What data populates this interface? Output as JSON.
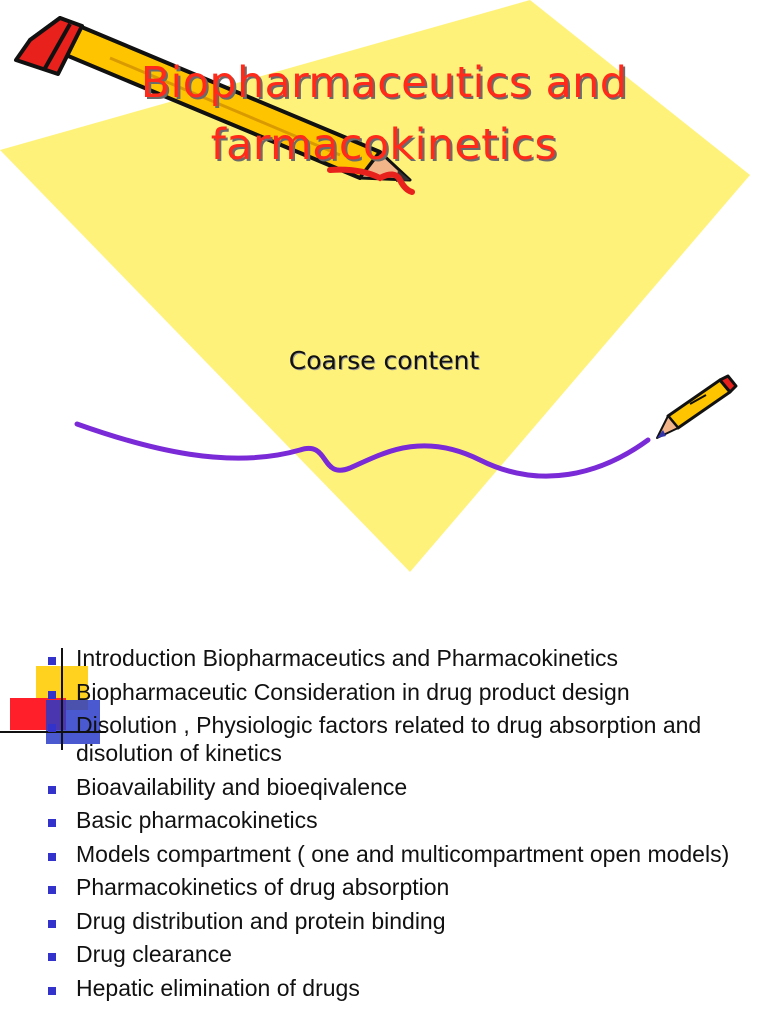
{
  "slide1": {
    "title_line1": "Biopharmaceutics and",
    "title_line2": "farmacokinetics",
    "subtitle": "Coarse content",
    "colors": {
      "diamond": "#fff27a",
      "title": "#ff2a1a",
      "wave": "#7a2ad6",
      "pencil_body": "#ffc400",
      "pencil_tip": "#f2b58a",
      "pencil_eraser": "#e8211c"
    },
    "icons": [
      "pencil-icon",
      "small-pencil-icon"
    ]
  },
  "slide2": {
    "items": [
      "Introduction Biopharmaceutics and Pharmacokinetics",
      "Biopharmaceutic Consideration in drug product design",
      "Disolution , Physiologic factors related to drug absorption and disolution of kinetics",
      "Bioavailability and bioeqivalence",
      "Basic pharmacokinetics",
      "Models compartment ( one and multicompartment open models)",
      "Pharmacokinetics of drug absorption",
      "Drug distribution and protein binding",
      "Drug clearance",
      "Hepatic elimination of drugs"
    ],
    "colors": {
      "bullet": "#3333cc",
      "deco_yellow": "#ffd21f",
      "deco_red": "#ff1f2a",
      "deco_blue": "#2a3cc8"
    }
  }
}
